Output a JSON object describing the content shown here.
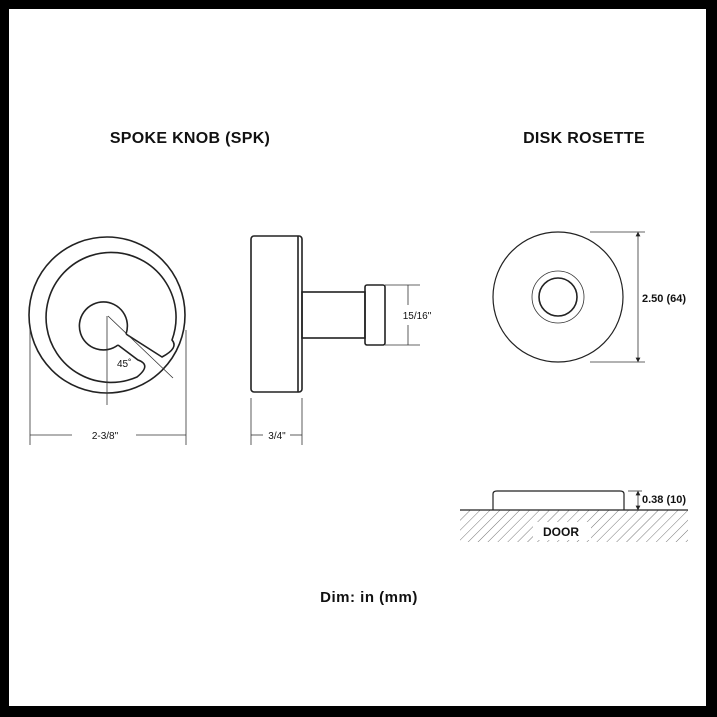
{
  "titles": {
    "knob": "SPOKE KNOB (SPK)",
    "rosette": "DISK ROSETTE"
  },
  "knob_dims": {
    "diameter": "2-3/8\"",
    "angle": "45˚",
    "depth": "3/4\"",
    "stem": "15/16\""
  },
  "rosette_dims": {
    "diameter": "2.50 (64)",
    "height": "0.38 (10)",
    "door_label": "DOOR"
  },
  "footer": "Dim: in (mm)"
}
